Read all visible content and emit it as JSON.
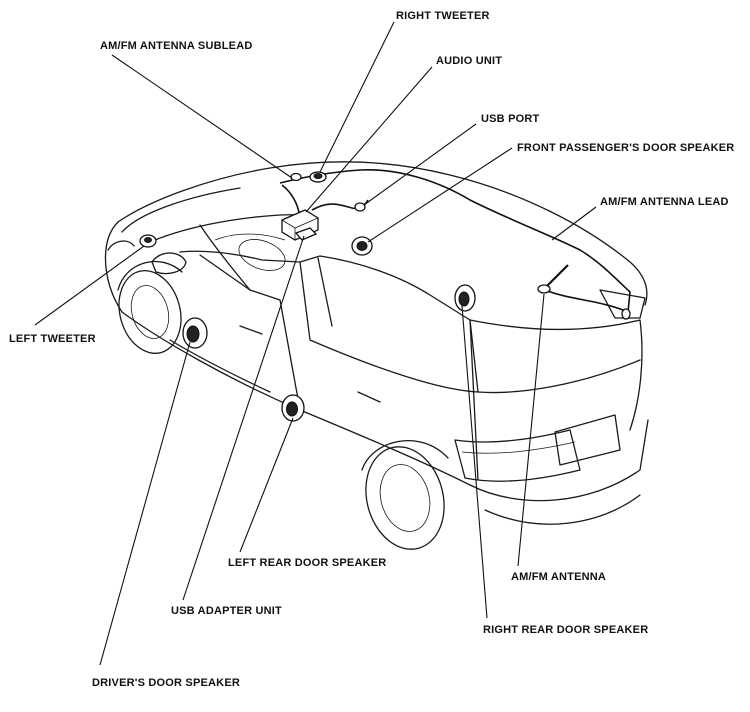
{
  "labels": {
    "right_tweeter": "RIGHT TWEETER",
    "am_fm_antenna_sublead": "AM/FM ANTENNA SUBLEAD",
    "audio_unit": "AUDIO UNIT",
    "usb_port": "USB PORT",
    "front_passengers_door_speaker": "FRONT PASSENGER'S DOOR SPEAKER",
    "am_fm_antenna_lead": "AM/FM ANTENNA LEAD",
    "left_tweeter": "LEFT TWEETER",
    "left_rear_door_speaker": "LEFT REAR DOOR SPEAKER",
    "am_fm_antenna": "AM/FM ANTENNA",
    "usb_adapter_unit": "USB ADAPTER UNIT",
    "right_rear_door_speaker": "RIGHT REAR DOOR SPEAKER",
    "drivers_door_speaker": "DRIVER'S DOOR SPEAKER"
  }
}
